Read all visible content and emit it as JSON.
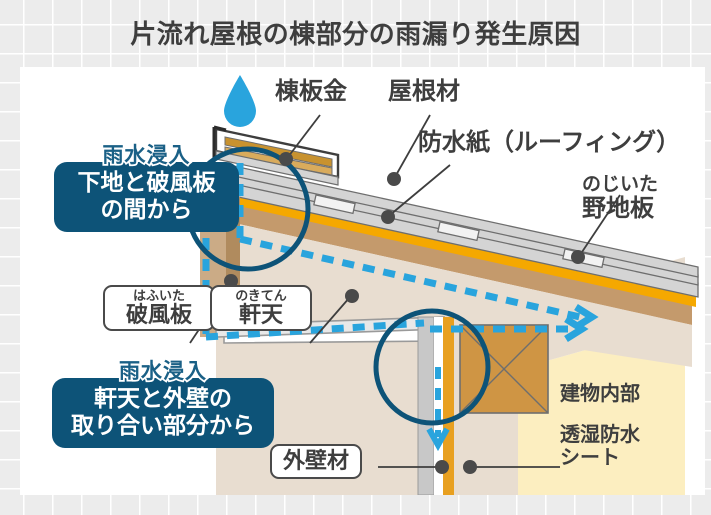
{
  "page": {
    "title": "片流れ屋根の棟部分の雨漏り発生原因",
    "background_color": "#ececec",
    "card_color": "#ffffff"
  },
  "colors": {
    "accent_blue": "#29a4dd",
    "callout_bg": "#0d5378",
    "callout_head_text": "#1a6086",
    "circle_highlight": "#0d5378",
    "roof_felt": "#f5a800",
    "sheathing": "#c49a6c",
    "interior_fill": "#fceec0",
    "wall_siding": "#c8c8c8",
    "text_dark": "#3e3e3e"
  },
  "labels": {
    "ridge_cap": "棟板金",
    "roofing_material": "屋根材",
    "waterproof_paper": "防水紙（ルーフィング）",
    "roof_deck_ruby": "のじいた",
    "roof_deck": "野地板",
    "fascia_ruby": "はふいた",
    "fascia": "破風板",
    "soffit_ruby": "のきてん",
    "soffit": "軒天",
    "exterior_wall": "外壁材",
    "building_interior": "建物内部",
    "moisture_sheet_line1": "透湿防水",
    "moisture_sheet_line2": "シート"
  },
  "callouts": [
    {
      "head": "雨水浸入",
      "body_lines": [
        "下地と破風板",
        "の間から"
      ]
    },
    {
      "head": "雨水浸入",
      "body_lines": [
        "軒天と外壁の",
        "取り合い部分から"
      ]
    }
  ],
  "icons": {
    "water_drop": "water-drop-icon",
    "flow_arrow": "arrow-right-icon"
  }
}
